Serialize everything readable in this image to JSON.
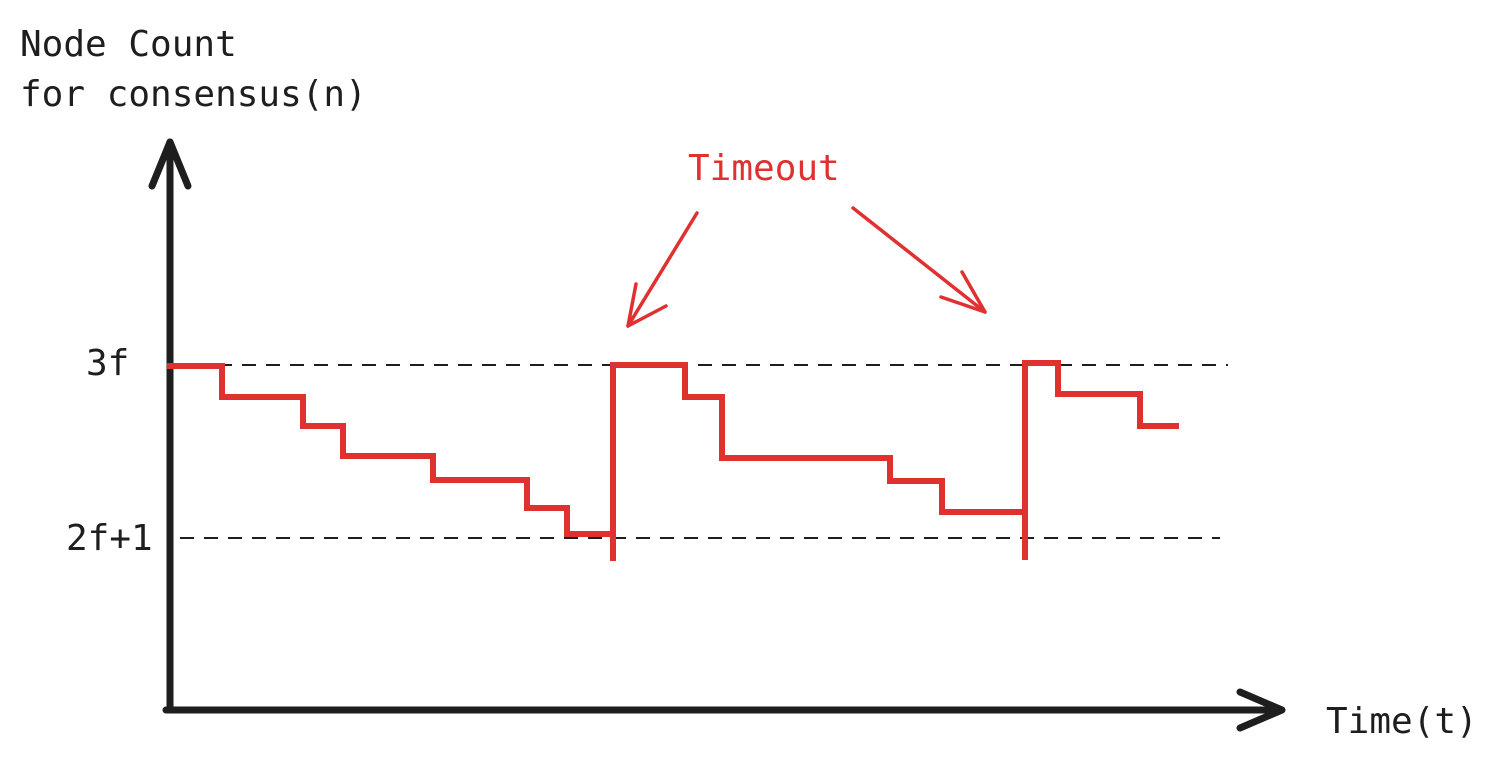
{
  "y_axis_label": [
    "Node Count",
    "for consensus(n)"
  ],
  "x_axis_label": "Time(t)",
  "levels": {
    "upper": "3f",
    "lower": "2f+1"
  },
  "annotation": "Timeout",
  "colors": {
    "axis": "#1e1e1e",
    "line": "#e03131"
  }
}
